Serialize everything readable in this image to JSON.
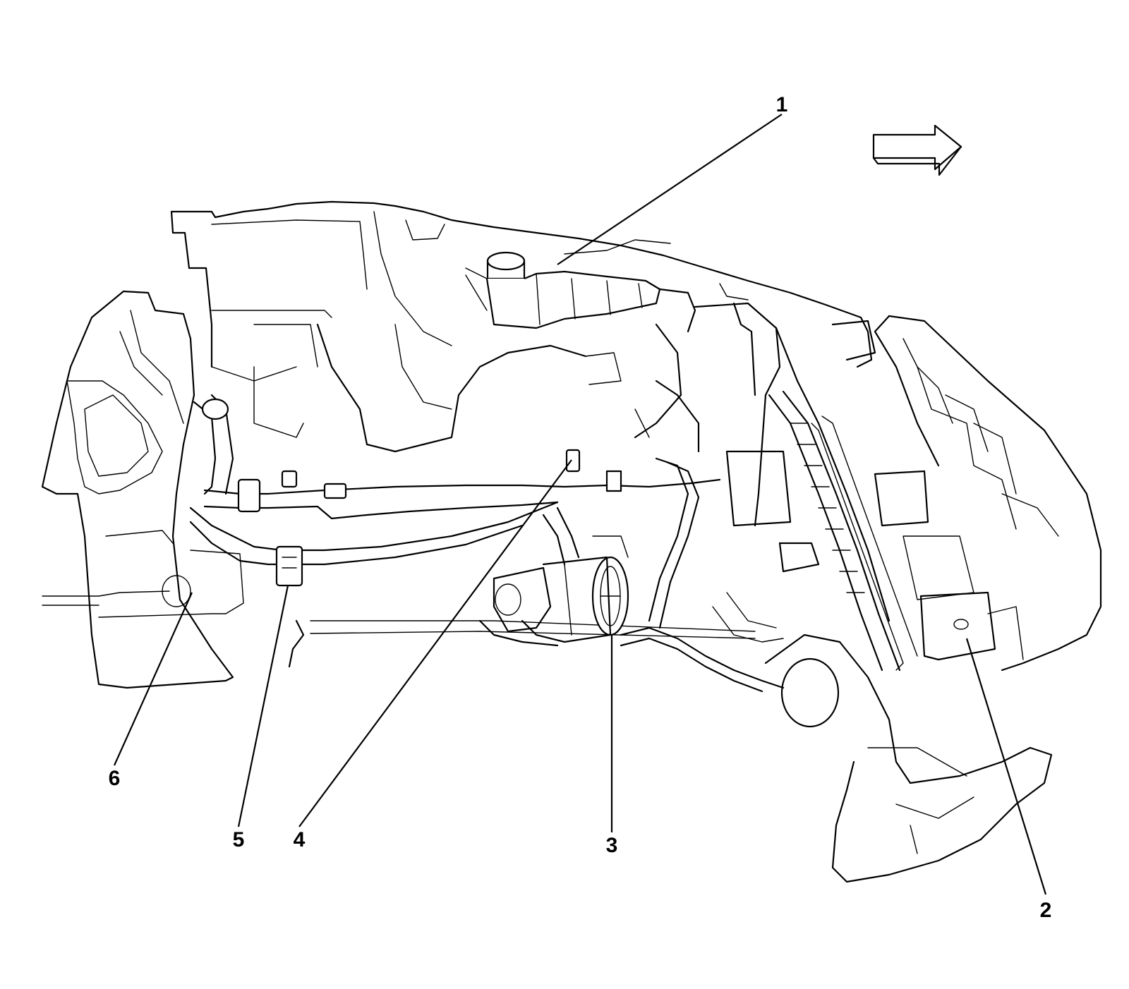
{
  "callouts": [
    {
      "id": "1",
      "label": "1"
    },
    {
      "id": "2",
      "label": "2"
    },
    {
      "id": "3",
      "label": "3"
    },
    {
      "id": "4",
      "label": "4"
    },
    {
      "id": "5",
      "label": "5"
    },
    {
      "id": "6",
      "label": "6"
    }
  ],
  "icons": {
    "direction_arrow": "forward-direction-arrow-icon"
  },
  "colors": {
    "line": "#000000",
    "background": "#ffffff"
  }
}
